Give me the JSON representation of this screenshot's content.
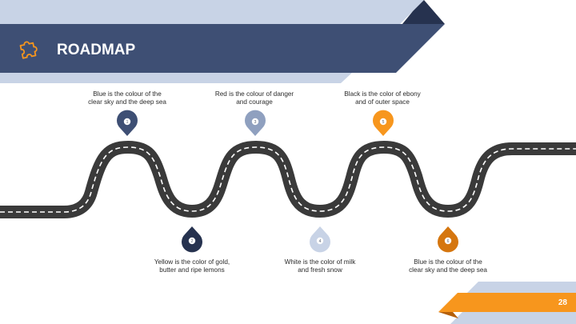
{
  "header": {
    "title": "ROADMAP",
    "icon": "puzzle-icon"
  },
  "milestones": [
    {
      "number": "1",
      "text_line1": "Blue is the colour of the",
      "text_line2": "clear sky and the deep sea",
      "color": "#3e4f74"
    },
    {
      "number": "2",
      "text_line1": "Yellow is the color of gold,",
      "text_line2": "butter and ripe lemons",
      "color": "#26324f"
    },
    {
      "number": "3",
      "text_line1": "Red is the colour of danger",
      "text_line2": "and courage",
      "color": "#8fa0bf"
    },
    {
      "number": "4",
      "text_line1": "White is the color of milk",
      "text_line2": "and fresh snow",
      "color": "#c8d3e6"
    },
    {
      "number": "5",
      "text_line1": "Black is the color of ebony",
      "text_line2": "and of outer space",
      "color": "#f7961d"
    },
    {
      "number": "6",
      "text_line1": "Blue is the colour of the",
      "text_line2": "clear sky and the deep sea",
      "color": "#d5760f"
    }
  ],
  "footer": {
    "page_number": "28"
  },
  "colors": {
    "navy": "#3e4f74",
    "light_blue": "#c8d3e6",
    "orange": "#f7961d",
    "road": "#3a3a3a"
  }
}
